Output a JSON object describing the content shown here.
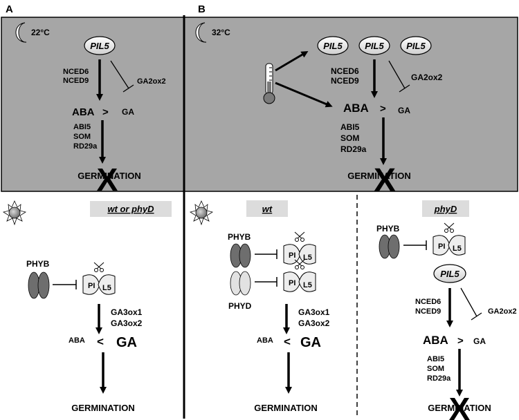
{
  "panels": {
    "a": "A",
    "b": "B"
  },
  "conditions": {
    "cool": "22°C",
    "warm": "32°C"
  },
  "genotypes": {
    "panel_a": "wt or phyD",
    "wt": "wt",
    "phyd": "phyD"
  },
  "genes": {
    "pil5": "PIL5",
    "nced6": "NCED6",
    "nced9": "NCED9",
    "ga2ox2": "GA2ox2",
    "ga3ox1": "GA3ox1",
    "ga3ox2": "GA3ox2",
    "abi5": "ABI5",
    "som": "SOM",
    "rd29a": "RD29a",
    "phyb": "PHYB",
    "phyd": "PHYD"
  },
  "hormones": {
    "aba": "ABA",
    "ga": "GA",
    "gt": ">",
    "lt": "<"
  },
  "outcome": {
    "germination": "GERMINATION"
  },
  "degraded_tag": {
    "left": "PI",
    "right": "L5"
  },
  "colors": {
    "dark_panel": "#a6a6a6",
    "photoreceptor_b": "#6e6e6e",
    "photoreceptor_d": "#e2e2e2",
    "label_box": "#dcdcdc"
  }
}
